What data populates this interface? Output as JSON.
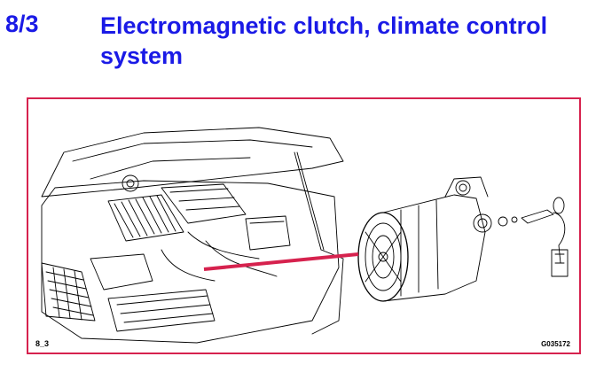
{
  "section": {
    "number": "8/3",
    "title": "Electromagnetic clutch, climate control system"
  },
  "figure": {
    "label": "8_3",
    "code": "G035172",
    "frame_color": "#d6224e",
    "pointer_color": "#d6224e"
  },
  "colors": {
    "heading": "#1a1ae6",
    "line_art": "#000000"
  }
}
